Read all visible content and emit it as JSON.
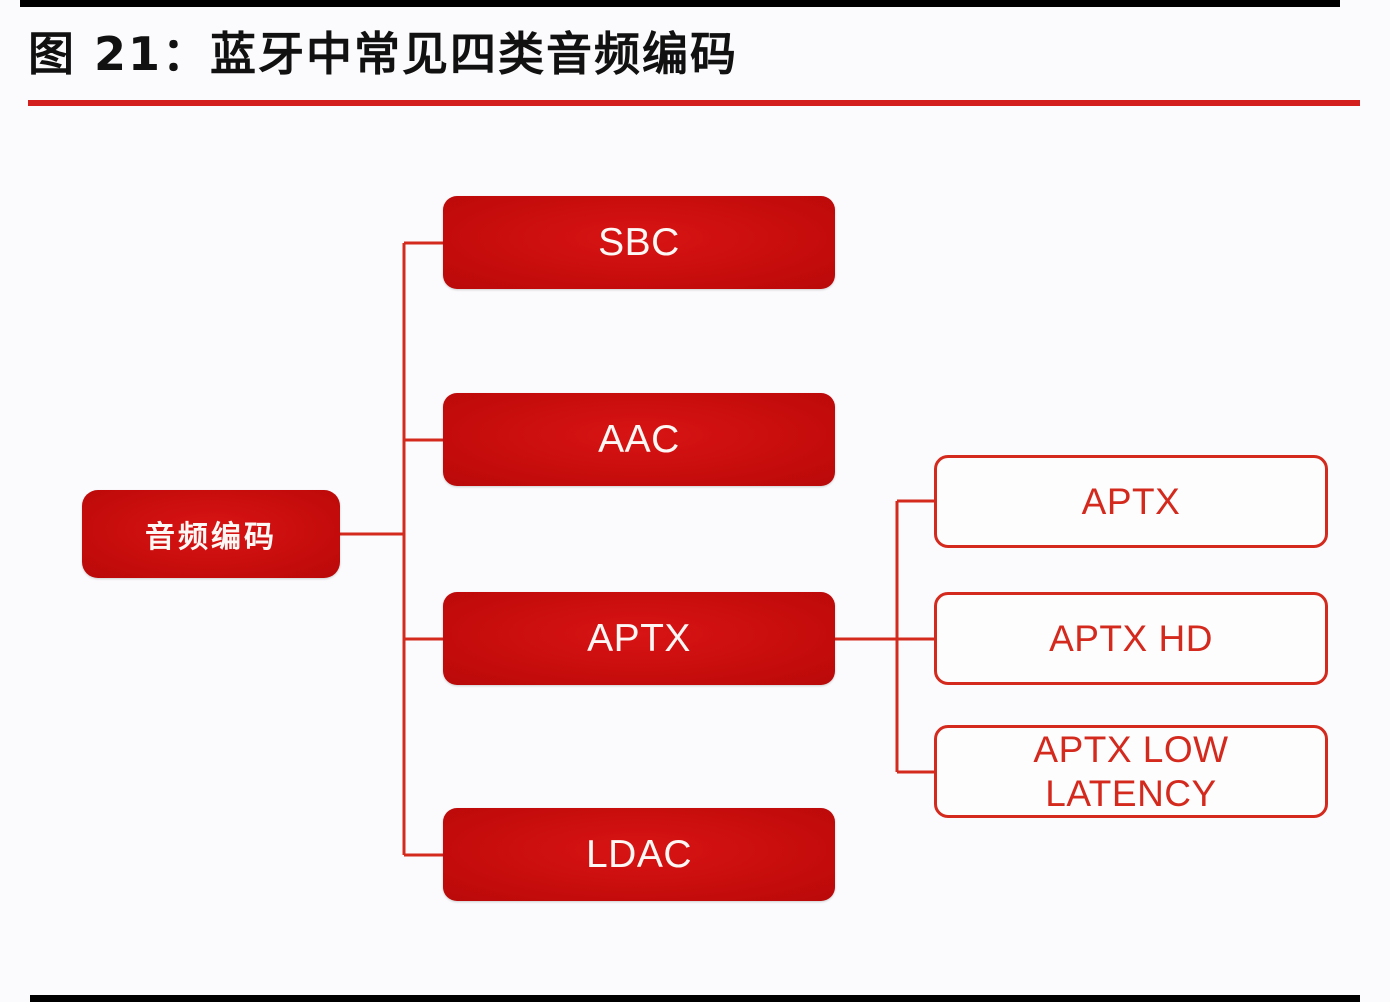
{
  "header": {
    "title": "图 21：蓝牙中常见四类音频编码",
    "accent_color": "#d41f1f",
    "rule_color": "#000000"
  },
  "colors": {
    "filled_node_bg": "#cc0d0d",
    "filled_node_text": "#fdf7f5",
    "outline_node_border": "#d42a1e",
    "outline_node_text": "#d42a1e",
    "outline_node_bg": "#fdfdfe",
    "connector": "#d42a1e",
    "page_bg": "#fbfafc"
  },
  "diagram": {
    "type": "tree",
    "orientation": "left-to-right",
    "root": {
      "id": "audio-encoding",
      "label": "音频编码",
      "style": "filled"
    },
    "level1": [
      {
        "id": "sbc",
        "label": "SBC",
        "style": "filled"
      },
      {
        "id": "aac",
        "label": "AAC",
        "style": "filled"
      },
      {
        "id": "aptx",
        "label": "APTX",
        "style": "filled"
      },
      {
        "id": "ldac",
        "label": "LDAC",
        "style": "filled"
      }
    ],
    "level2": [
      {
        "id": "aptx-plain",
        "label": "APTX",
        "style": "outline",
        "parent": "aptx"
      },
      {
        "id": "aptx-hd",
        "label": "APTX HD",
        "style": "outline",
        "parent": "aptx"
      },
      {
        "id": "aptx-ll",
        "label": "APTX LOW\nLATENCY",
        "style": "outline",
        "parent": "aptx"
      }
    ],
    "edges": [
      {
        "from": "audio-encoding",
        "to": "sbc"
      },
      {
        "from": "audio-encoding",
        "to": "aac"
      },
      {
        "from": "audio-encoding",
        "to": "aptx"
      },
      {
        "from": "audio-encoding",
        "to": "ldac"
      },
      {
        "from": "aptx",
        "to": "aptx-plain"
      },
      {
        "from": "aptx",
        "to": "aptx-hd"
      },
      {
        "from": "aptx",
        "to": "aptx-ll"
      }
    ]
  }
}
